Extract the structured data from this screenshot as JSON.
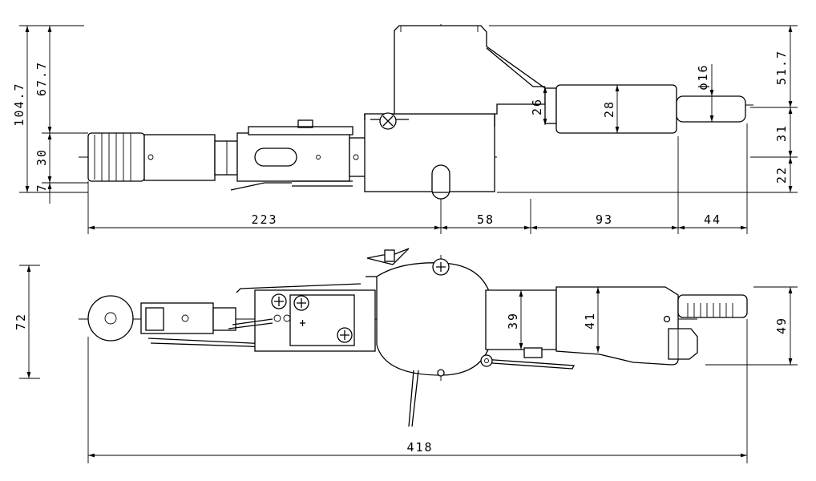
{
  "dimensions": {
    "top_left": {
      "total_height": "104.7",
      "upper_height": "67.7",
      "middle_height": "30",
      "lower_height": "7"
    },
    "top_right": {
      "upper": "51.7",
      "middle": "31",
      "lower": "22"
    },
    "top_inner": {
      "neck_height": "26",
      "motor_diameter": "28",
      "spindle_diameter": "ϕ16"
    },
    "horizontal": {
      "seg_1": "223",
      "seg_2": "58",
      "seg_3": "93",
      "seg_4": "44",
      "overall_length": "418"
    },
    "bottom_left": {
      "height": "72"
    },
    "bottom_inner": {
      "housing": "39",
      "motor": "41"
    },
    "bottom_right": {
      "height": "49"
    }
  }
}
